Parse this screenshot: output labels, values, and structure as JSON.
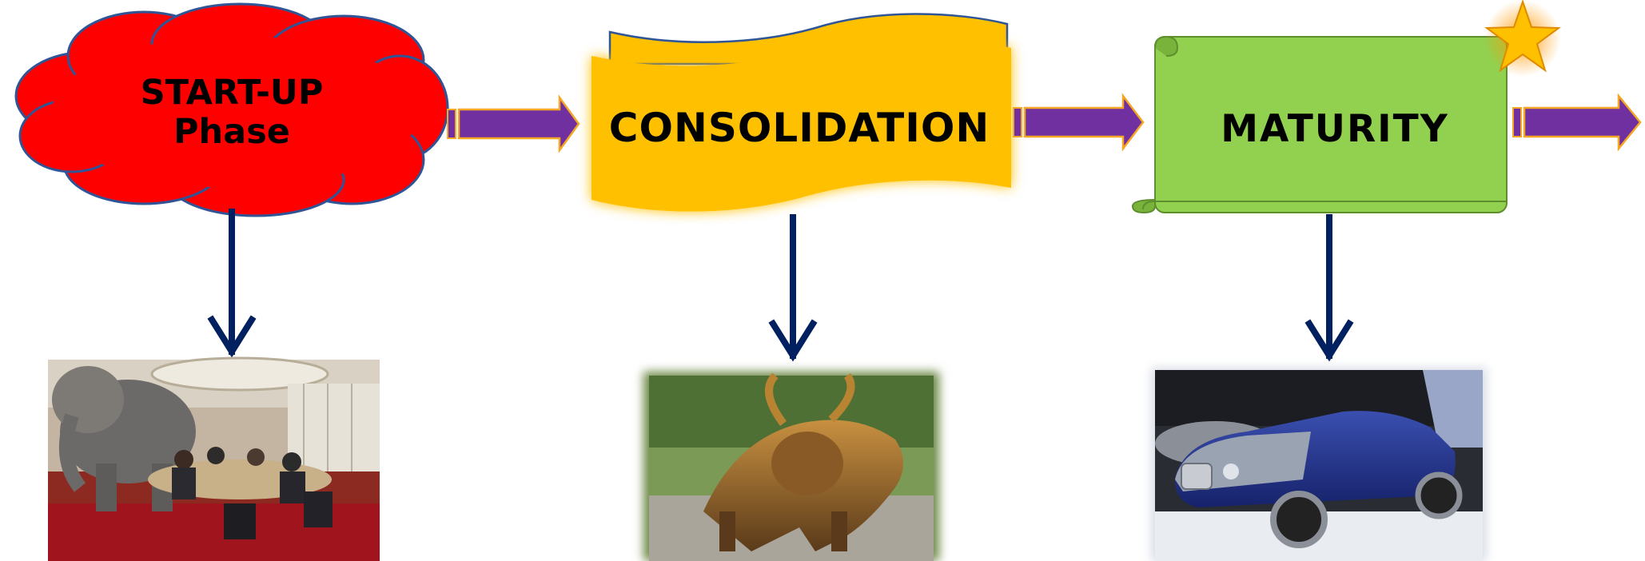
{
  "stages": [
    {
      "id": "startup",
      "label_lines": [
        "START-UP",
        "Phase"
      ],
      "shape": "cloud",
      "color": "#ff0000",
      "photo": "elephant-in-boardroom"
    },
    {
      "id": "consolidation",
      "label": "CONSOLIDATION",
      "shape": "banner",
      "color": "#ffc000",
      "photo": "charging-bull-statue"
    },
    {
      "id": "maturity",
      "label": "MATURITY",
      "shape": "scroll",
      "color": "#92d050",
      "photo": "luxury-convertible-car"
    }
  ],
  "colors": {
    "flow_arrow": "#7030a0",
    "flow_arrow_outline": "#f5a623",
    "down_arrow": "#002060",
    "star": "#ffc000"
  },
  "decorations": {
    "star_icon": "star-icon"
  }
}
